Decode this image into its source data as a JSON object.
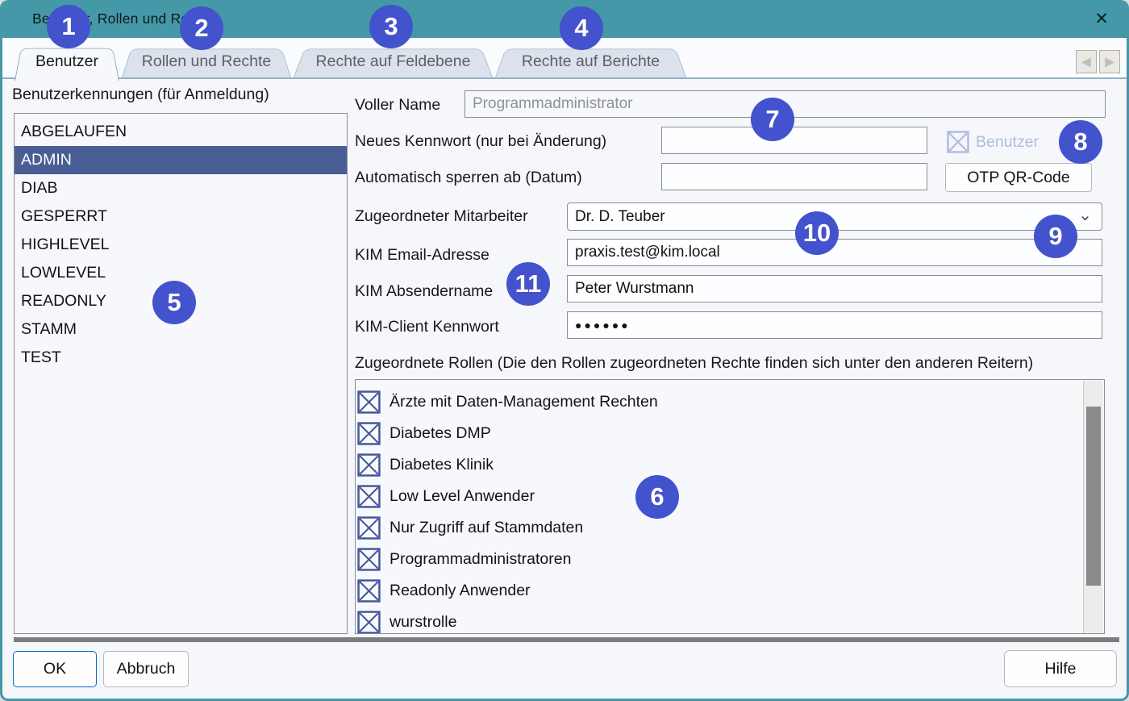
{
  "window": {
    "title": "Benutzer, Rollen und Rechte"
  },
  "icons": {
    "close": "✕",
    "tab_prev": "◀",
    "tab_next": "▶",
    "combo_chevron": "⌄"
  },
  "tabs": [
    {
      "label": "Benutzer",
      "active": true
    },
    {
      "label": "Rollen und Rechte",
      "active": false
    },
    {
      "label": "Rechte auf Feldebene",
      "active": false
    },
    {
      "label": "Rechte auf Berichte",
      "active": false
    }
  ],
  "user_list": {
    "label": "Benutzerkennungen (für Anmeldung)",
    "selected": "ADMIN",
    "items": [
      "ABGELAUFEN",
      "ADMIN",
      "DIAB",
      "GESPERRT",
      "HIGHLEVEL",
      "LOWLEVEL",
      "READONLY",
      "STAMM",
      "TEST"
    ]
  },
  "form": {
    "voller_name_label": "Voller Name",
    "voller_name_value": "Programmadministrator",
    "neues_kennwort_label": "Neues Kennwort (nur bei Änderung)",
    "neues_kennwort_value": "",
    "sperren_label": "Automatisch sperren ab (Datum)",
    "sperren_value": "",
    "benutzer_checkbox_label": "Benutzer",
    "otp_button_label": "OTP QR-Code",
    "mitarbeiter_label": "Zugeordneter Mitarbeiter",
    "mitarbeiter_value": "Dr. D. Teuber",
    "kim_email_label": "KIM Email-Adresse",
    "kim_email_value": "praxis.test@kim.local",
    "kim_absender_label": "KIM Absendername",
    "kim_absender_value": "Peter Wurstmann",
    "kim_kennwort_label": "KIM-Client Kennwort",
    "kim_kennwort_value": "●●●●●●"
  },
  "roles": {
    "label": "Zugeordnete Rollen (Die den Rollen zugeordneten Rechte finden sich unter den anderen Reitern)",
    "items": [
      {
        "label": "Ärzte mit Daten-Management Rechten",
        "checked": true
      },
      {
        "label": "Diabetes DMP",
        "checked": true
      },
      {
        "label": "Diabetes Klinik",
        "checked": true
      },
      {
        "label": "Low Level Anwender",
        "checked": true
      },
      {
        "label": "Nur Zugriff auf Stammdaten",
        "checked": true
      },
      {
        "label": "Programmadministratoren",
        "checked": true
      },
      {
        "label": "Readonly Anwender",
        "checked": true
      },
      {
        "label": "wurstrolle",
        "checked": true
      }
    ]
  },
  "footer": {
    "ok_label": "OK",
    "abbruch_label": "Abbruch",
    "hilfe_label": "Hilfe"
  },
  "annotations": [
    "1",
    "2",
    "3",
    "4",
    "5",
    "6",
    "7",
    "8",
    "9",
    "10",
    "11"
  ],
  "colors": {
    "titlebar_teal": "#4598a7",
    "selection_blue": "#4a5e96",
    "checkbox_blue": "#45589c",
    "disabled_blue": "#aeb9dd",
    "annotation_blue": "#4352cd",
    "ok_border_blue": "#0a6ac4"
  }
}
